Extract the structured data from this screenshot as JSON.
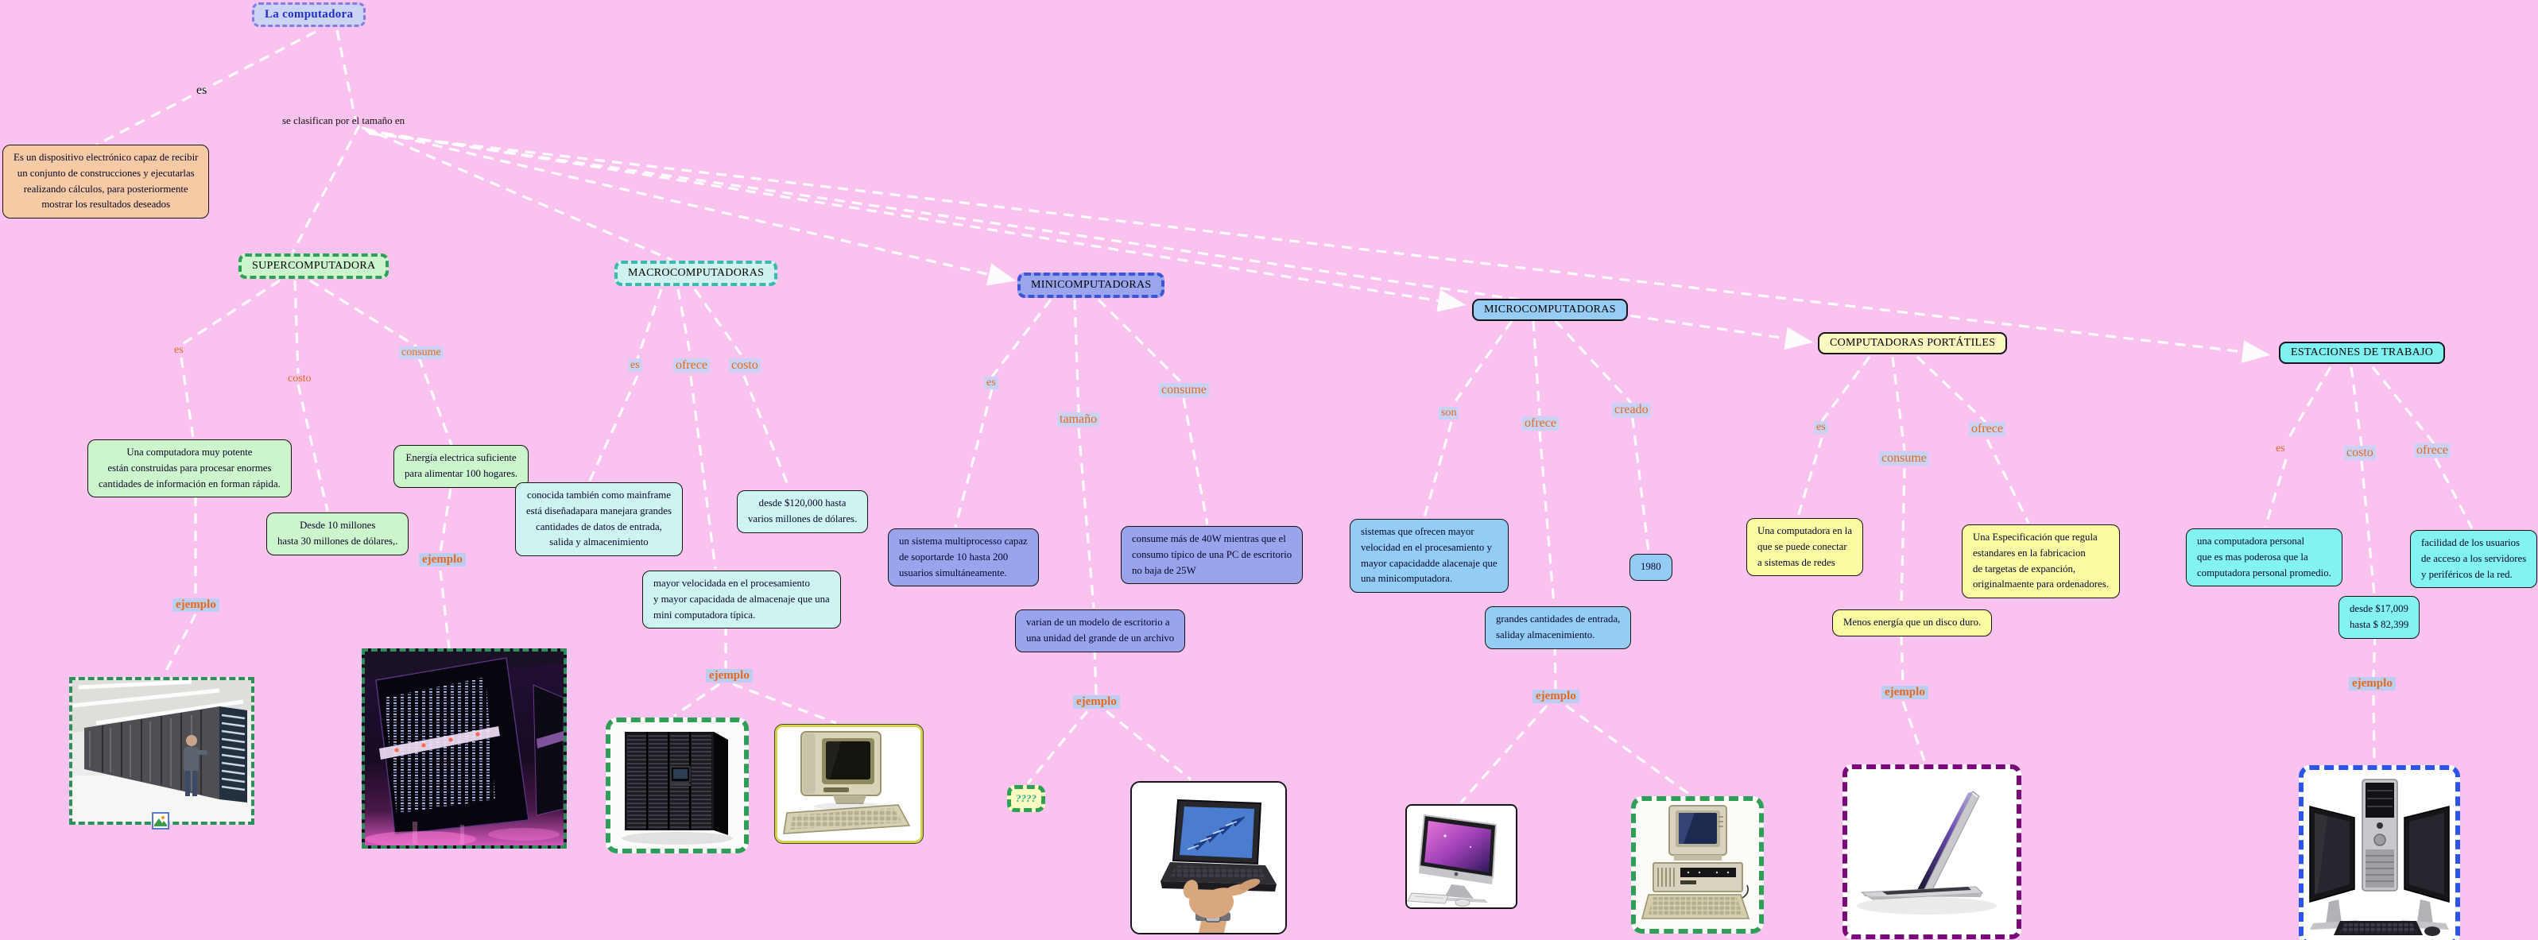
{
  "colors": {
    "background": "#f9c2ef",
    "connector_line": "#ffffff",
    "link_text": "#e06a1e",
    "link_highlight": "#c9d2f4",
    "title_text": "#1e2ec8",
    "super_accent": "#2f9e57",
    "macro_accent": "#3cb8b0",
    "mini_accent": "#3c55d8",
    "micro_fill": "#97ccf4",
    "port_fill": "#fafac0",
    "est_fill": "#7ff1f1"
  },
  "root": {
    "title": "La computadora",
    "link_es": "es",
    "link_classify": "se clasifican por el tamaño en",
    "description": "Es un dispositivo electrónico capaz de recibir\nun conjunto de construcciones y ejecutarlas\nrealizando cálculos, para posteriormente\nmostrar los resultados deseados"
  },
  "supercomputadora": {
    "title": "SUPERCOMPUTADORA",
    "link_es": "es",
    "link_costo": "costo",
    "link_consume": "consume",
    "box_es": "Una computadora muy potente\nestán construidas para procesar enormes\ncantidades de información en forman rápida.",
    "box_costo": "Desde 10 millones\nhasta 30 millones de dólares,.",
    "box_consume": "Energía electrica suficiente\npara alimentar 100 hogares.",
    "ejemplo1": "ejemplo",
    "ejemplo2": "ejemplo"
  },
  "macrocomputadoras": {
    "title": "MACROCOMPUTADORAS",
    "link_es": "es",
    "link_ofrece": "ofrece",
    "link_costo": "costo",
    "box_es": "conocida también como mainframe\nestá diseñadapara manejara grandes\ncantidades de datos de entrada,\nsalida y almacenimiento",
    "box_costo": "desde $120,000 hasta\nvarios millones de dólares.",
    "box_ofrece": "mayor velocidada en el procesamiento\ny mayor capacidada de almacenaje que una\nmini computadora típica.",
    "ejemplo": "ejemplo"
  },
  "minicomputadoras": {
    "title": "MINICOMPUTADORAS",
    "link_es": "es",
    "link_tamano": "tamaño",
    "link_consume": "consume",
    "box_es": "un sistema multiprocesso capaz\nde soportarde 10 hasta 200\nusuarios simultáneamente.",
    "box_consume": "consume más de 40W mientras que el\nconsumo típico de una PC de escritorio\nno baja de 25W",
    "box_tamano": "varian de un modelo de escritorio a\nuna unidad del grande de un archivo",
    "ejemplo": "ejemplo",
    "placeholder": "????"
  },
  "microcomputadoras": {
    "title": "MICROCOMPUTADORAS",
    "link_son": "son",
    "link_ofrece": "ofrece",
    "link_creado": "creado",
    "box_son": "sistemas que ofrecen mayor\nvelocidad en el procesamiento y\nmayor capacidadde alacenaje que\nuna minicomputadora.",
    "box_creado": "1980",
    "box_ofrece": "grandes cantidades de entrada,\nsaliday almacenimiento.",
    "ejemplo": "ejemplo"
  },
  "portatiles": {
    "title": "COMPUTADORAS PORTÁTILES",
    "link_es": "es",
    "link_consume": "consume",
    "link_ofrece": "ofrece",
    "box_es": "Una computadora en la\nque se puede conectar\na sistemas de redes",
    "box_ofrece": "Una Especificación que regula\nestandares en la fabricacion\nde targetas de expanción,\noriginalmaente para ordenadores.",
    "box_consume": "Menos energía que un disco duro.",
    "ejemplo": "ejemplo"
  },
  "estaciones": {
    "title": "ESTACIONES DE TRABAJO",
    "link_es": "es",
    "link_costo": "costo",
    "link_ofrece": "ofrece",
    "box_es": "una computadora personal\nque es mas poderosa que la\ncomputadora personal promedio.",
    "box_costo": "desde $17,009\nhasta $ 82,399",
    "box_ofrece": "facilidad de los usuarios\nde acceso a los servidores\ny periféricos de la red.",
    "ejemplo": "ejemplo"
  },
  "images": {
    "server_room": "supercomputer-server-room-photo",
    "dark_supercomputer": "supercomputer-cabinets-photo",
    "server_rack": "mainframe-rack-photo",
    "old_terminal": "vintage-terminal-photo",
    "netbook_hand": "netbook-on-hand-photo",
    "imac": "imac-photo",
    "ibm_pc": "ibm-pc-photo",
    "macbook_air": "ultrabook-photo",
    "workstation": "dual-monitor-workstation-photo",
    "picture_icon": "image-placeholder-icon"
  }
}
